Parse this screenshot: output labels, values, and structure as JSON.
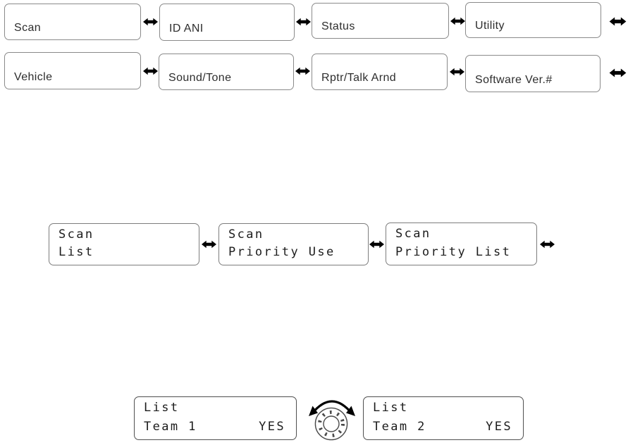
{
  "main_menu": {
    "row1": [
      {
        "label": "Scan"
      },
      {
        "label": "ID ANI"
      },
      {
        "label": "Status"
      },
      {
        "label": "Utility"
      }
    ],
    "row2": [
      {
        "label": "Vehicle"
      },
      {
        "label": "Sound/Tone"
      },
      {
        "label": "Rptr/Talk Arnd"
      },
      {
        "label": "Software Ver.#"
      }
    ]
  },
  "scan_submenu": [
    {
      "line1": "Scan",
      "line2": "List"
    },
    {
      "line1": "Scan",
      "line2": "Priority Use"
    },
    {
      "line1": "Scan",
      "line2": "Priority List"
    }
  ],
  "list_screens": [
    {
      "line1": "List",
      "line2": "Team 1",
      "value": "YES"
    },
    {
      "line1": "List",
      "line2": "Team 2",
      "value": "YES"
    }
  ],
  "icons": {
    "horizontal_arrow": "left-right-arrow",
    "knob": "rotary-knob",
    "knob_rotation": "rotate-left-right-arc-arrow"
  },
  "colors": {
    "background": "#ffffff",
    "menu_box_border": "#8a8a8a",
    "screen_box_border": "#4f4f4f",
    "text": "#2d2d2d",
    "arrow": "#000000"
  }
}
